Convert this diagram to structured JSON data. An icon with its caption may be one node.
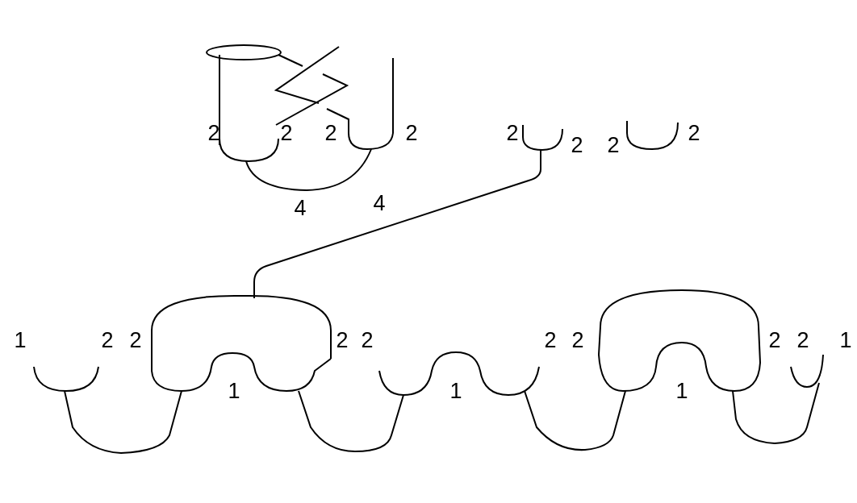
{
  "diagram": {
    "labels": [
      "2",
      "2",
      "2",
      "2",
      "2",
      "2",
      "2",
      "2",
      "4",
      "4",
      "1",
      "2",
      "2",
      "2",
      "2",
      "2",
      "2",
      "2",
      "2",
      "1",
      "1",
      "1",
      "1"
    ]
  }
}
